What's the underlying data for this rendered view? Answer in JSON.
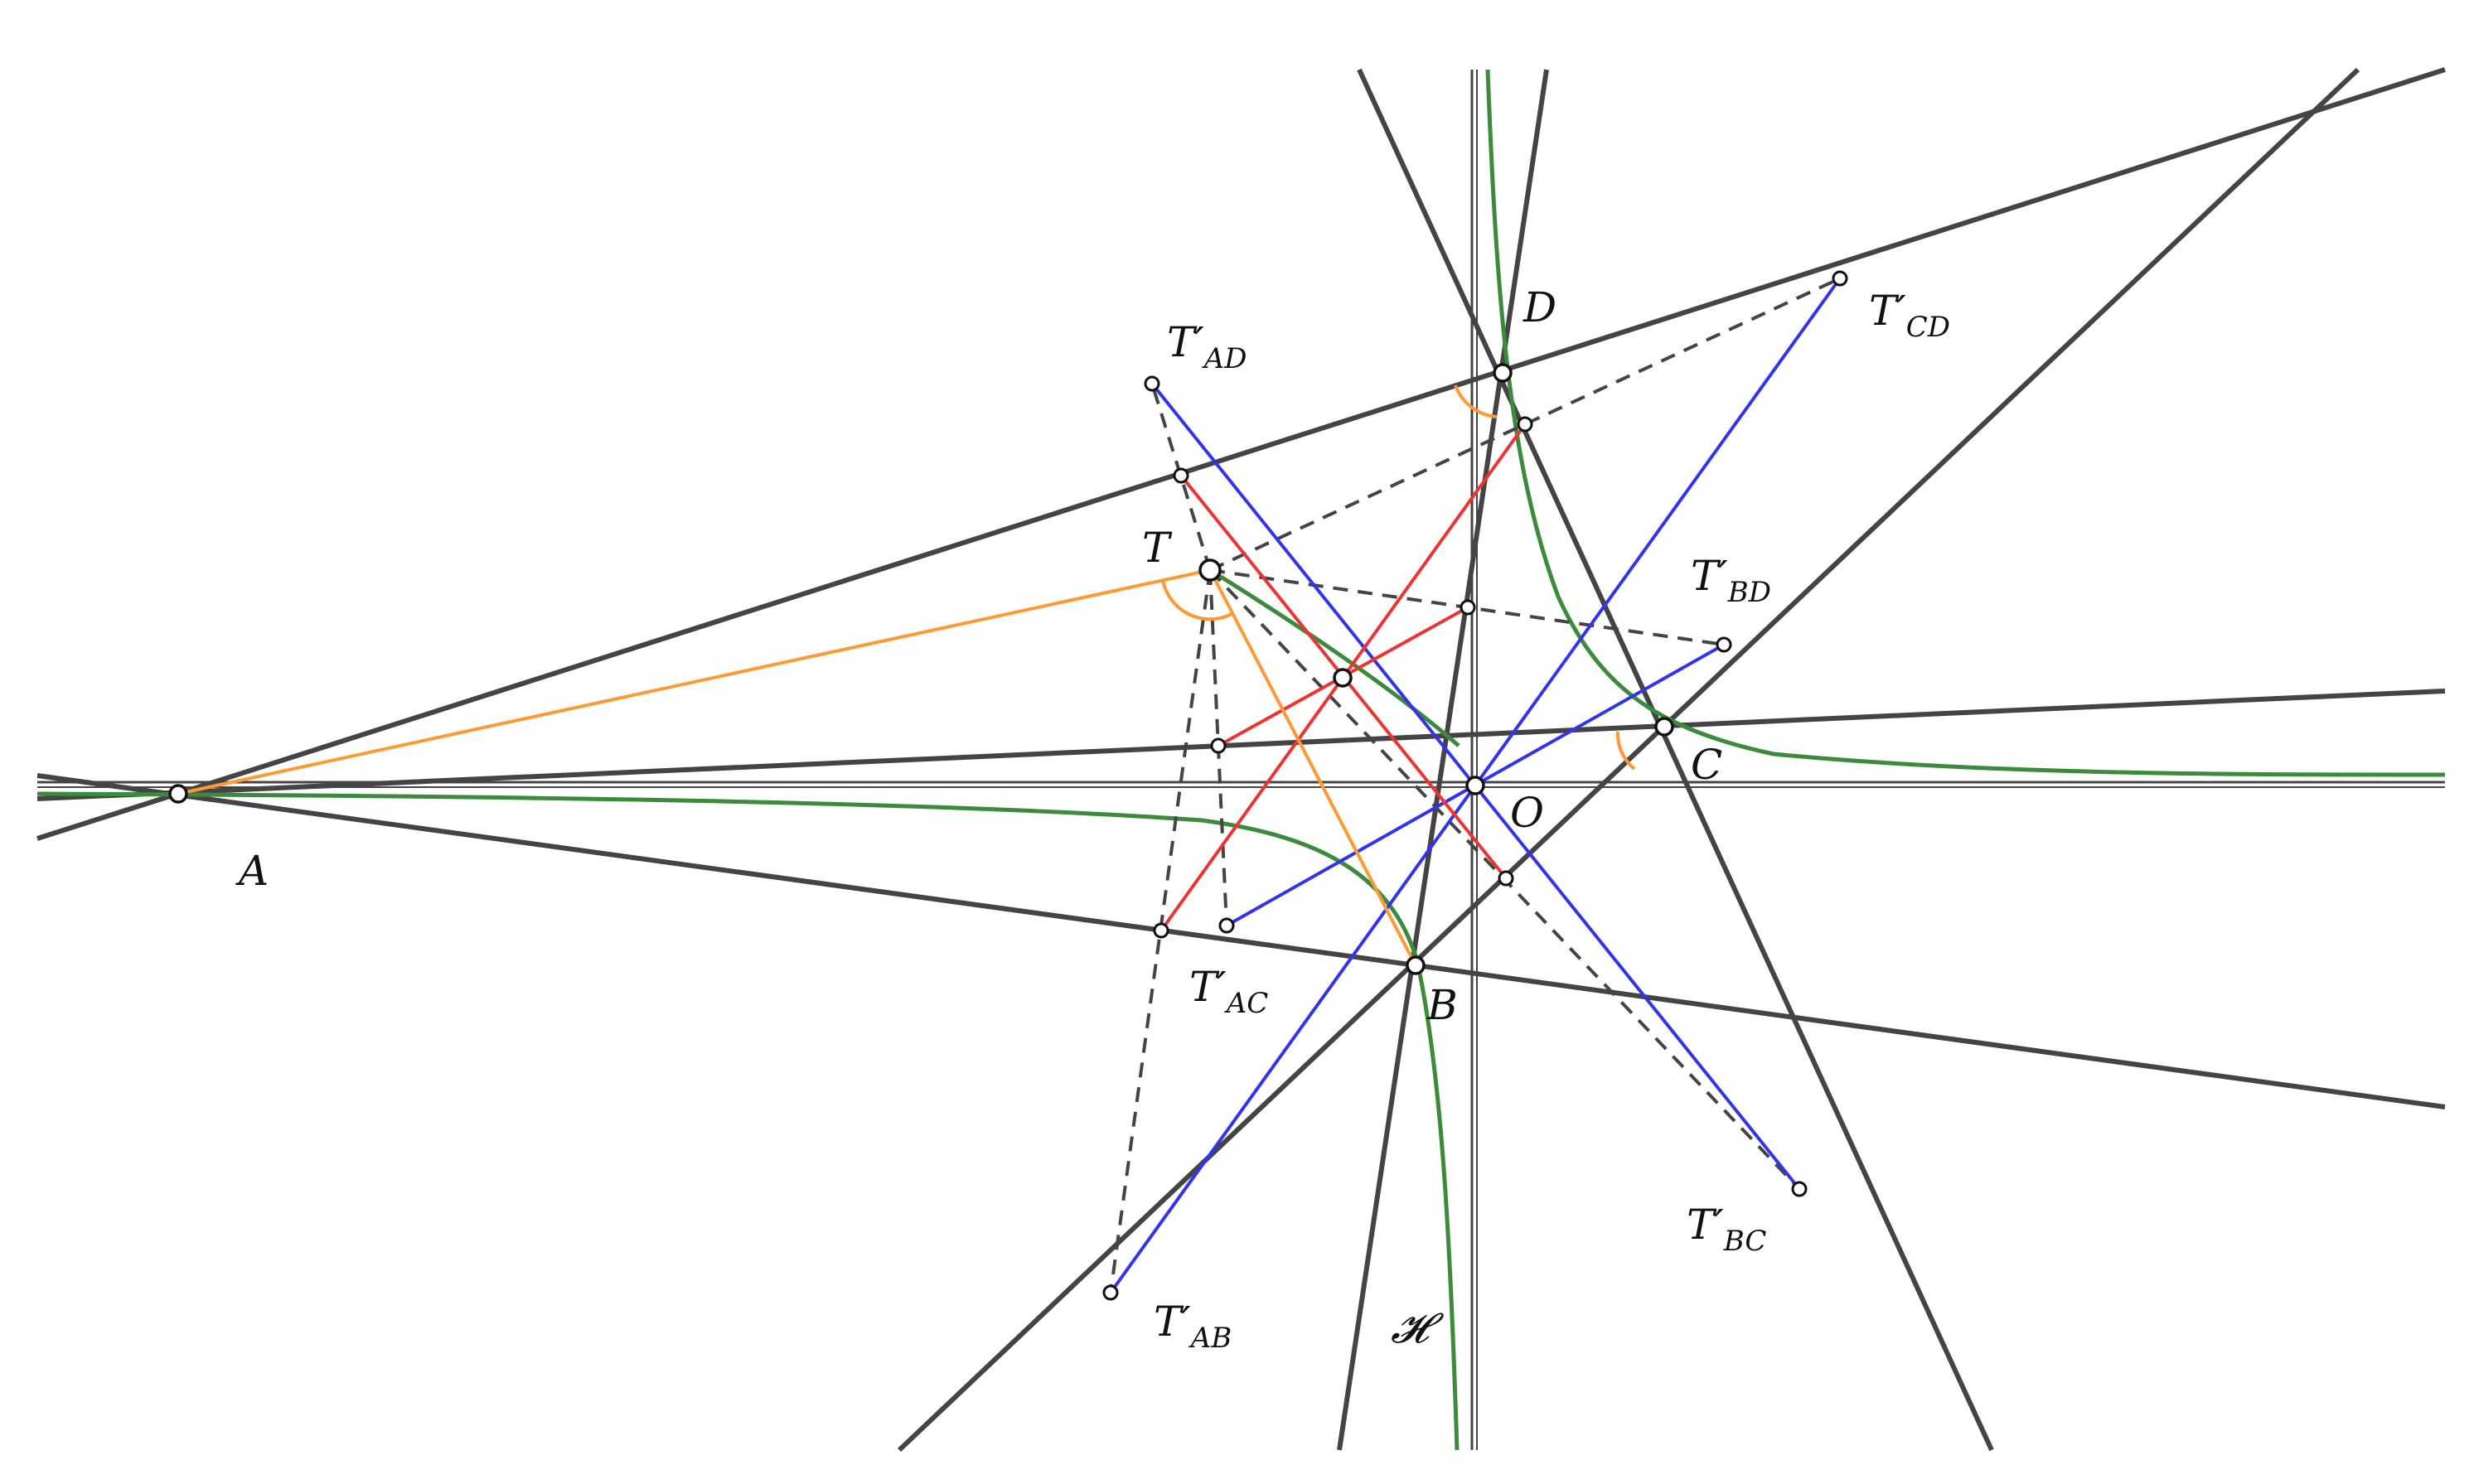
{
  "labels": {
    "A": "A",
    "B": "B",
    "C": "C",
    "D": "D",
    "O": "O",
    "T": "T",
    "H": "𝓗",
    "t_ab_main": "T′",
    "t_ab_sub": "AB",
    "t_ac_main": "T′",
    "t_ac_sub": "AC",
    "t_ad_main": "T′",
    "t_ad_sub": "AD",
    "t_bc_main": "T′",
    "t_bc_sub": "BC",
    "t_bd_main": "T′",
    "t_bd_sub": "BD",
    "t_cd_main": "T′",
    "t_cd_sub": "CD"
  },
  "colors": {
    "line": "#444444",
    "hyperbola": "#3c8a3c",
    "red": "#ee3333",
    "blue": "#3333ee",
    "orange": "#ff9933",
    "dashed": "#444444"
  }
}
